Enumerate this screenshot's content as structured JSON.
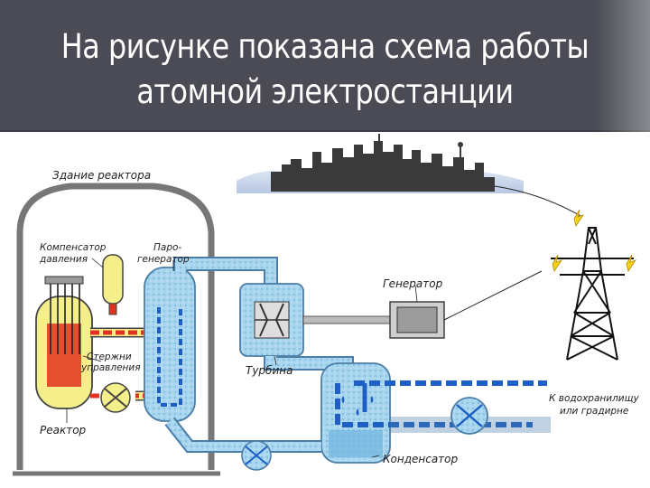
{
  "title": {
    "line1": "На рисунке показана схема работы",
    "line2": "атомной электростанции"
  },
  "labels": {
    "reactor_building": "Здание реактора",
    "pressurizer_1": "Компенсатор",
    "pressurizer_2": "давления",
    "steam_gen_1": "Паро-",
    "steam_gen_2": "генератор",
    "control_rods_1": "Стержни",
    "control_rods_2": "управления",
    "reactor": "Реактор",
    "turbine": "Турбина",
    "generator": "Генератор",
    "condenser": "Конденсатор",
    "reservoir_1": "К водохранилищу",
    "reservoir_2": "или градирне"
  },
  "colors": {
    "title_bg": "#4b4b55",
    "water": "#a9d6ee",
    "water_dark": "#1d5fc4",
    "hot": "#e0321e",
    "reactor_yellow": "#f4ef8a",
    "city": "#3a3a3a"
  }
}
